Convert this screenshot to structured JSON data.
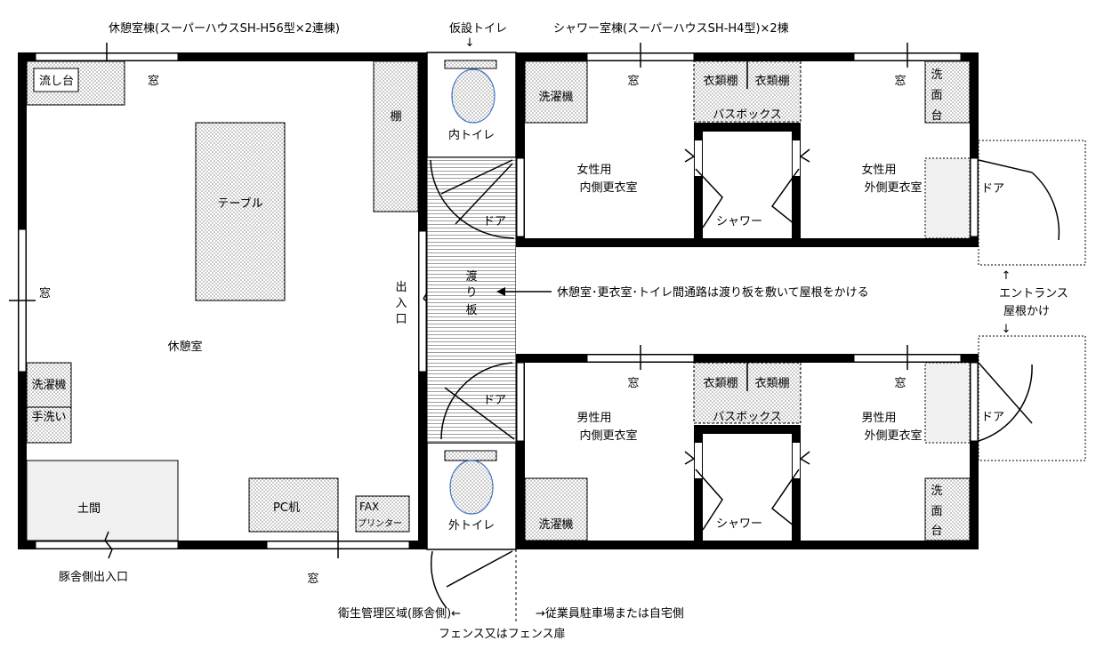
{
  "labels": {
    "rest_building": "休憩室棟(スーパーハウスSH-H56型×2連棟)",
    "temp_toilet": "仮設トイレ",
    "shower_building": "シャワー室棟(スーパーハウスSH-H4型)×2棟",
    "sink": "流し台",
    "window": "窓",
    "shelf": "棚",
    "table": "テーブル",
    "rest_room": "休憩室",
    "washer": "洗濯機",
    "hand_wash": "手洗い",
    "earth_floor": "土間",
    "pc_desk": "PC机",
    "fax_line1": "FAX",
    "fax_line2": "プリンター",
    "entrance_v": [
      "出",
      "入",
      "口"
    ],
    "inner_toilet": "内トイレ",
    "outer_toilet": "外トイレ",
    "door": "ドア",
    "bridge_v": [
      "渡",
      "り",
      "板"
    ],
    "passage_note": "休憩室･更衣室･トイレ間通路は渡り板を敷いて屋根をかける",
    "clothes_shelf": "衣類棚",
    "bath_box": "バスボックス",
    "shower": "シャワー",
    "women": "女性用",
    "men": "男性用",
    "inner_changing": "内側更衣室",
    "outer_changing": "外側更衣室",
    "wash_basin_v": [
      "洗",
      "面",
      "台"
    ],
    "entrance_roof_line1": "エントランス",
    "entrance_roof_line2": "屋根かけ",
    "arrow_up": "↑",
    "arrow_down": "↓",
    "pig_entrance": "豚舎側出入口",
    "hygiene_area": "衛生管理区域(豚舎側)←",
    "fence": "フェンス又はフェンス扉",
    "staff_side": "→従業員駐車場または自宅側"
  }
}
